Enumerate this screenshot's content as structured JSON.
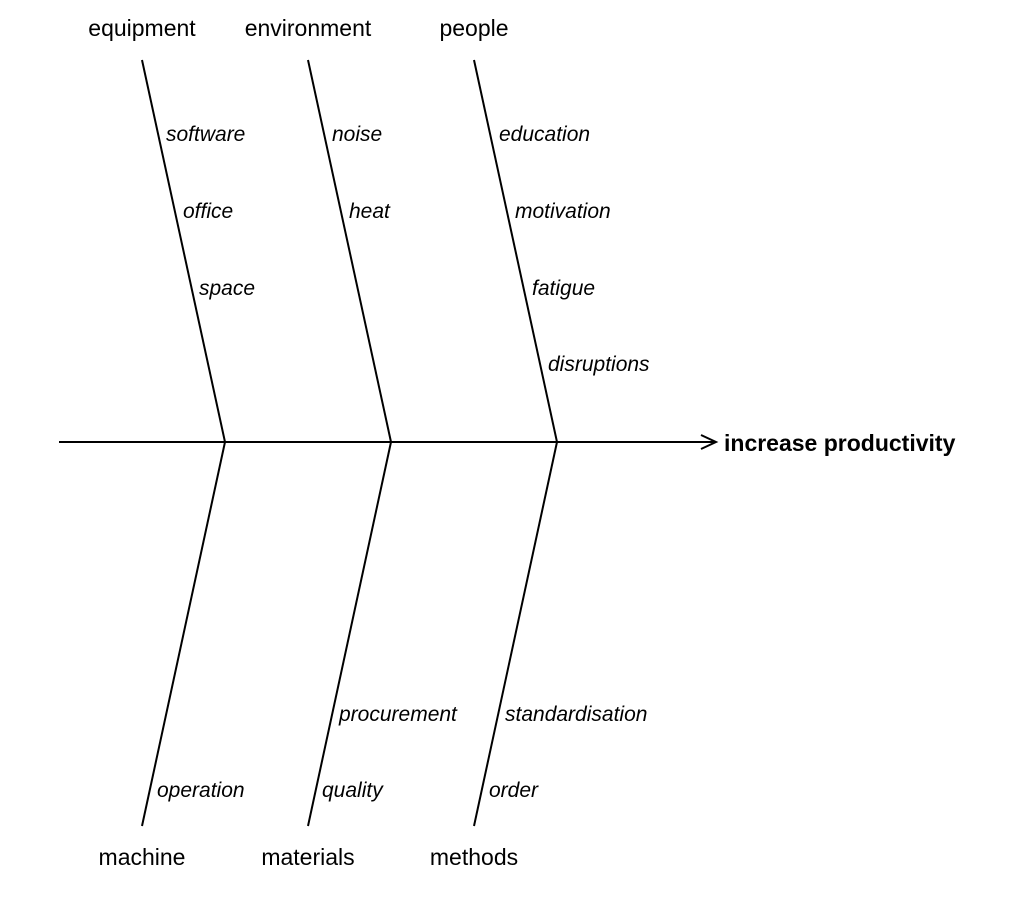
{
  "effect": "increase productivity",
  "top_categories": [
    {
      "name": "equipment",
      "causes": [
        "software",
        "office",
        "space"
      ]
    },
    {
      "name": "environment",
      "causes": [
        "noise",
        "heat"
      ]
    },
    {
      "name": "people",
      "causes": [
        "education",
        "motivation",
        "fatigue",
        "disruptions"
      ]
    }
  ],
  "bottom_categories": [
    {
      "name": "machine",
      "causes": [
        "operation"
      ]
    },
    {
      "name": "materials",
      "causes": [
        "procurement",
        "quality"
      ]
    },
    {
      "name": "methods",
      "causes": [
        "standardisation",
        "order"
      ]
    }
  ]
}
